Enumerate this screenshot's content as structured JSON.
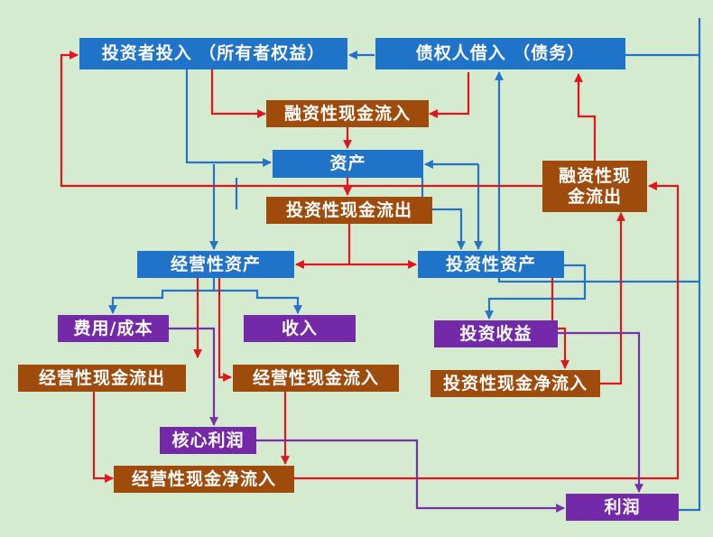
{
  "colors": {
    "background": "#d4ebd0",
    "blue_node": "#1f73c8",
    "brown_node": "#9e4b0c",
    "purple_node": "#7329a8",
    "red_arrow": "#e3141b",
    "blue_arrow": "#2672c8",
    "purple_arrow": "#7a2fa8"
  },
  "nodes": {
    "owner_equity": "投资者投入 （所有者权益）",
    "creditor_debt": "债权人借入 （债务）",
    "financing_inflow": "融资性现金流入",
    "assets": "资产",
    "financing_outflow": "融资性现\n金流出",
    "investing_outflow": "投资性现金流出",
    "operating_assets": "经营性资产",
    "investing_assets": "投资性资产",
    "expenses_costs": "费用/成本",
    "revenue": "收入",
    "investment_income": "投资收益",
    "operating_cash_outflow": "经营性现金流出",
    "operating_cash_inflow": "经营性现金流入",
    "net_investing_inflow": "投资性现金净流入",
    "core_profit": "核心利润",
    "net_operating_inflow": "经营性现金净流入",
    "profit": "利润"
  }
}
